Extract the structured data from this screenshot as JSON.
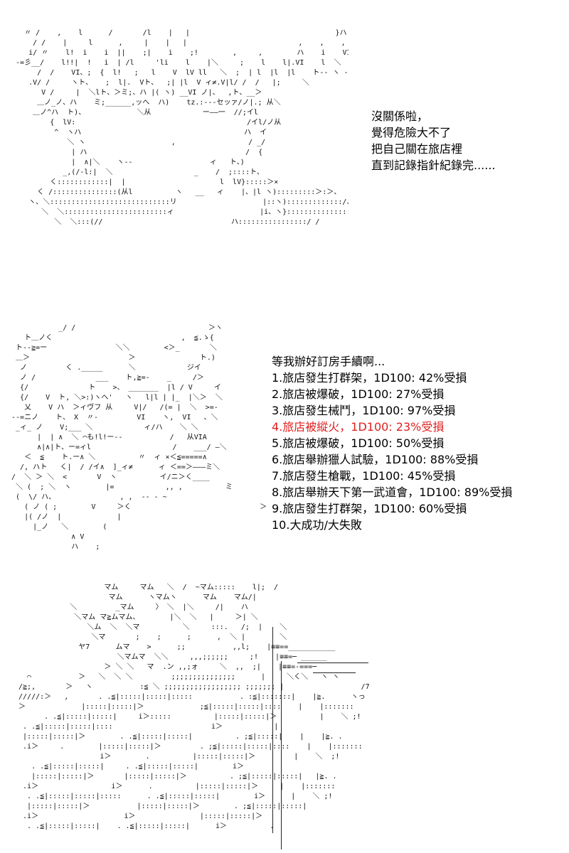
{
  "palette": {
    "text": "#000000",
    "highlight": "#e02020",
    "background": "#ffffff"
  },
  "panel1": {
    "caption": [
      "沒關係啦，",
      "覺得危險大不了",
      "把自己關在旅店裡",
      "直到記錄指針紀錄完......"
    ]
  },
  "panel2": {
    "intro": "等我辦好訂房手續啊...",
    "options": [
      "1.旅店發生打群架，1D100: 42%受損",
      "2.旅店被爆破，1D100: 27%受損",
      "3.旅店發生械鬥，1D100: 97%受損",
      "4.旅店被縱火，1D100: 23%受損",
      "5.旅店被爆破，1D100: 50%受損",
      "6.旅店舉辦獵人試驗，1D100: 88%受損",
      "7.旅店發生槍戰，1D100: 45%受損",
      "8.旅店舉辦天下第一武道會，1D100: 89%受損",
      "9.旅店發生打群架，1D100: 60%受損",
      "10.大成功/大失敗"
    ],
    "highlight_index": 3
  }
}
